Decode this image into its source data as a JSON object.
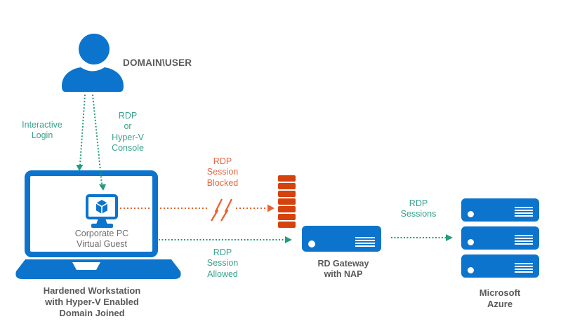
{
  "diagram": {
    "user": {
      "label": "DOMAIN\\USER"
    },
    "arrows": {
      "interactive_login": "Interactive\nLogin",
      "rdp_console": "RDP\nor\nHyper-V\nConsole",
      "rdp_blocked": "RDP\nSession\nBlocked",
      "rdp_allowed": "RDP\nSession\nAllowed",
      "rdp_sessions": "RDP\nSessions"
    },
    "workstation": {
      "screen_label": "Corporate PC\nVirtual Guest",
      "label": "Hardened Workstation\nwith Hyper-V Enabled\nDomain Joined"
    },
    "gateway": {
      "label": "RD Gateway\nwith NAP"
    },
    "azure": {
      "label": "Microsoft\nAzure"
    },
    "colors": {
      "blue": "#0C74CC",
      "green_arrow": "#229C7D",
      "green_text": "#3AA18E",
      "orange_arrow": "#E8632F",
      "orange_text": "#E56844",
      "firewall_brick": "#D5420D",
      "label_dark_gray": "#595959",
      "label_mid_gray": "#6E6E6E"
    }
  }
}
